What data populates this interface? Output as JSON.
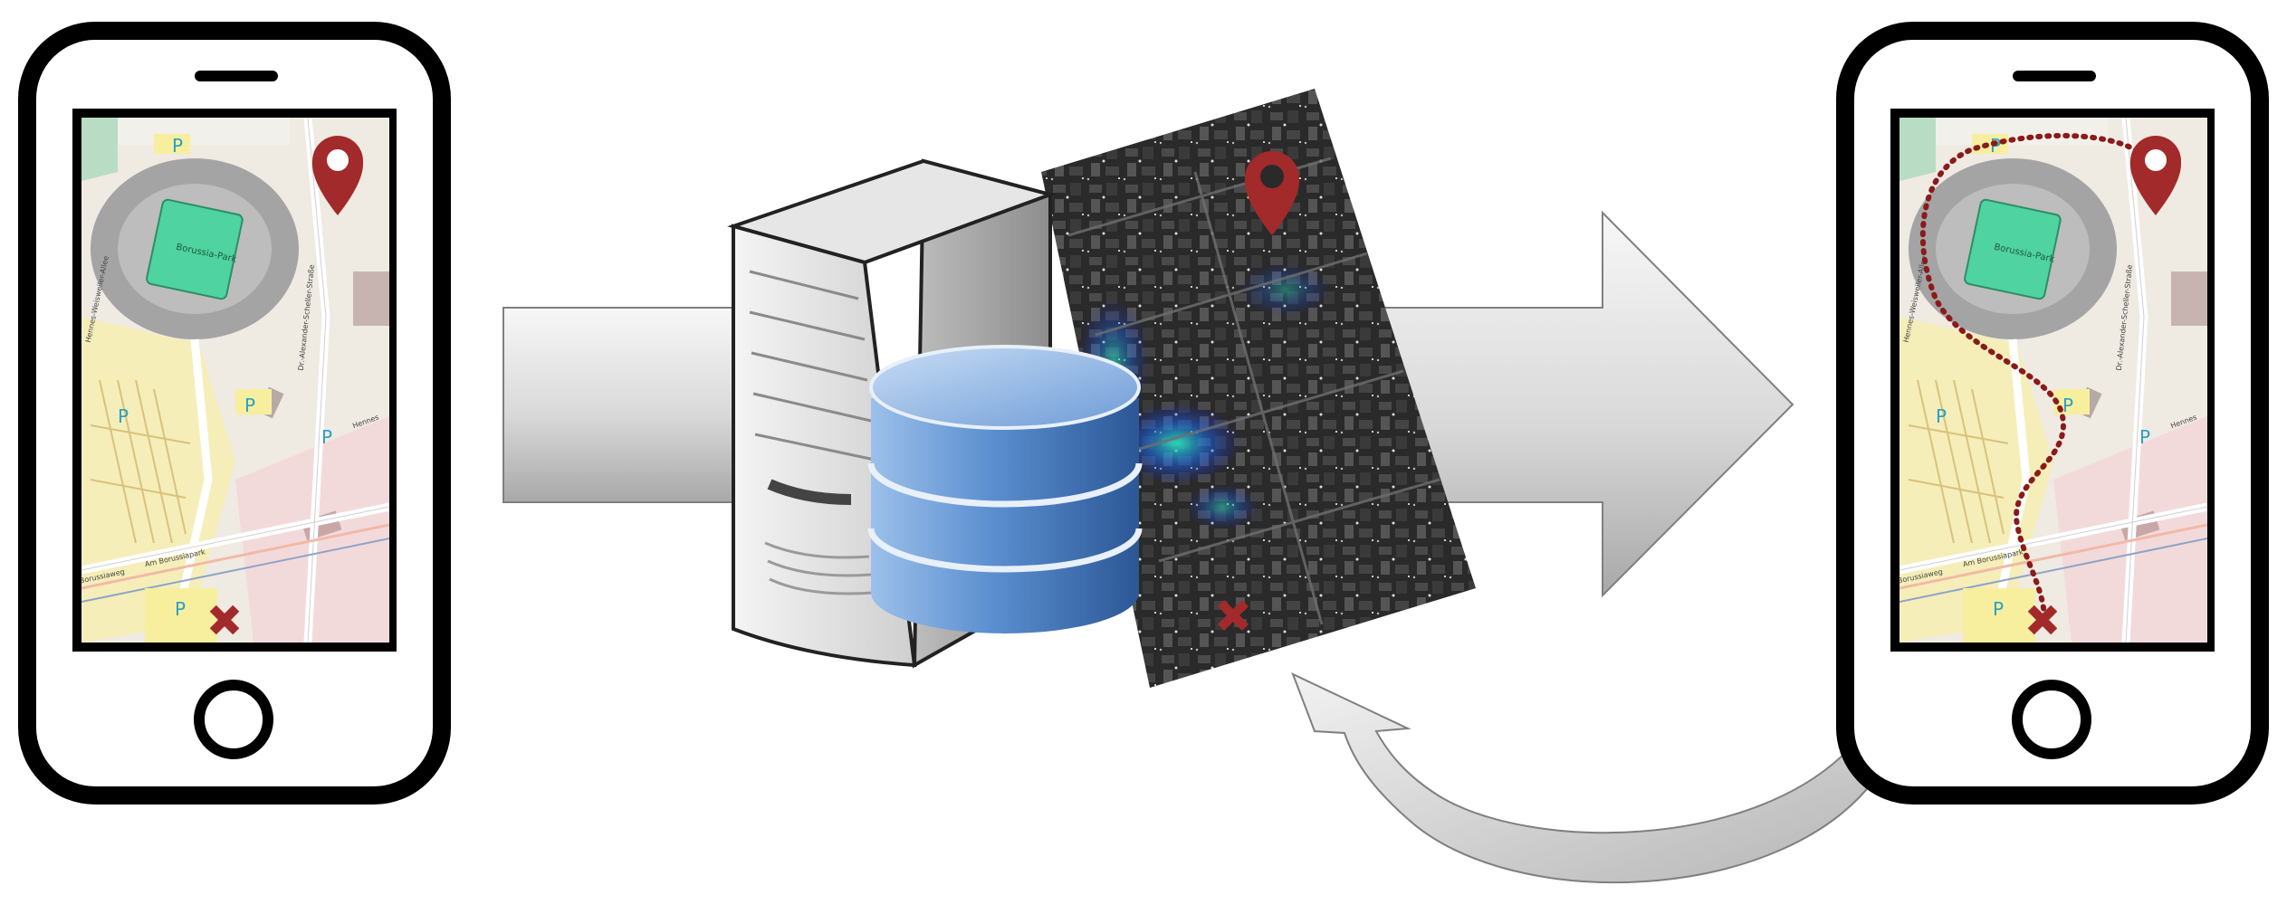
{
  "map": {
    "stadium_label": "Borussia-Park",
    "road_labels": [
      "Hennes-Weisweiler-Allee",
      "Am Borussiapark",
      "Borussiaweg",
      "Dr.-Alexander-Scheller-Straße",
      "Hennes"
    ],
    "parking_symbol": "P"
  },
  "colors": {
    "marker": "#a32a2a",
    "route": "#8b1a1a",
    "pitch": "#4fd3a0",
    "arrow_fill": "#d6d6d6",
    "database": "#3f73b8"
  },
  "icons": {
    "source_marker": "map-pin-icon",
    "destination_marker": "x-mark-icon",
    "server": "server-tower-icon",
    "database": "database-cylinder-icon"
  }
}
